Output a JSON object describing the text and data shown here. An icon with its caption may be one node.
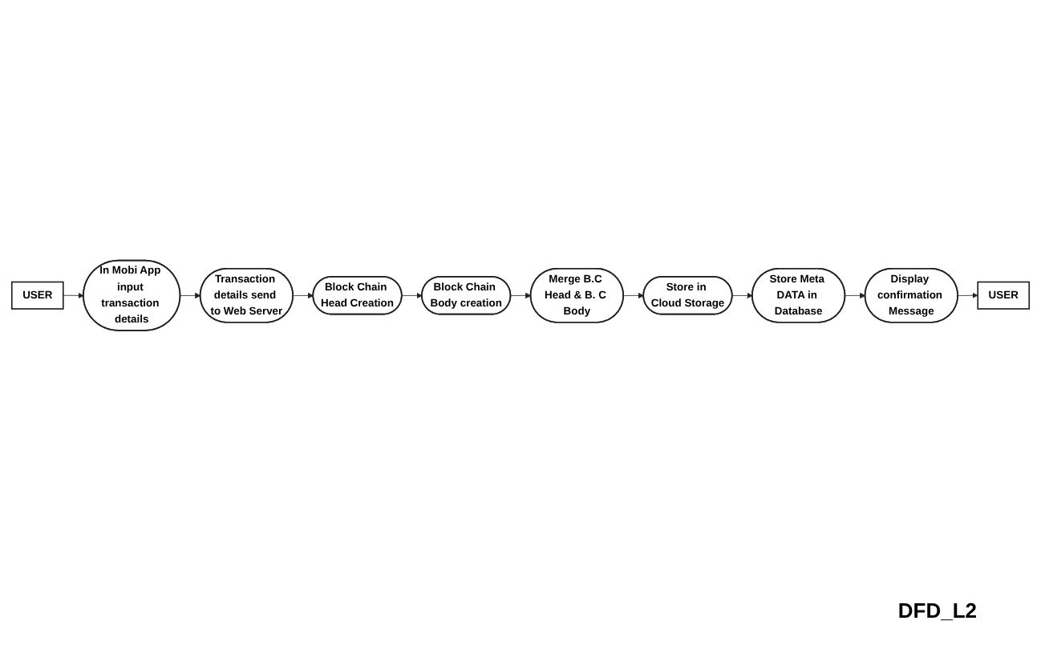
{
  "diagram": {
    "nodes": [
      {
        "text": [
          "USER"
        ]
      },
      {
        "text": [
          "In Mobi App input transaction details"
        ]
      },
      {
        "text": [
          "Transaction details send to Web Server"
        ]
      },
      {
        "text": [
          "Block Chain Head Creation"
        ]
      },
      {
        "text": [
          "Block Chain Body creation"
        ]
      },
      {
        "text": [
          "Merge B.C Head & B. C Body"
        ]
      },
      {
        "text": [
          "Store in Cloud Storage"
        ]
      },
      {
        "text": [
          "Store Meta DATA in Database"
        ]
      },
      {
        "text": [
          "Display confirmation Message"
        ]
      },
      {
        "text": [
          "USER"
        ]
      }
    ],
    "edges": [
      {
        "from": 0,
        "to": 1,
        "arrow": "to"
      },
      {
        "from": 1,
        "to": 2,
        "arrow": "to"
      },
      {
        "from": 2,
        "to": 3,
        "arrow": "to"
      },
      {
        "from": 3,
        "to": 4,
        "arrow": "to"
      },
      {
        "from": 4,
        "to": 5,
        "arrow": "to"
      },
      {
        "from": 5,
        "to": 6,
        "arrow": "to"
      },
      {
        "from": 6,
        "to": 7,
        "arrow": "to"
      },
      {
        "from": 7,
        "to": 8,
        "arrow": "to"
      },
      {
        "from": 8,
        "to": 9,
        "arrow": "to"
      }
    ],
    "labels": [
      "DFD_L2"
    ]
  }
}
